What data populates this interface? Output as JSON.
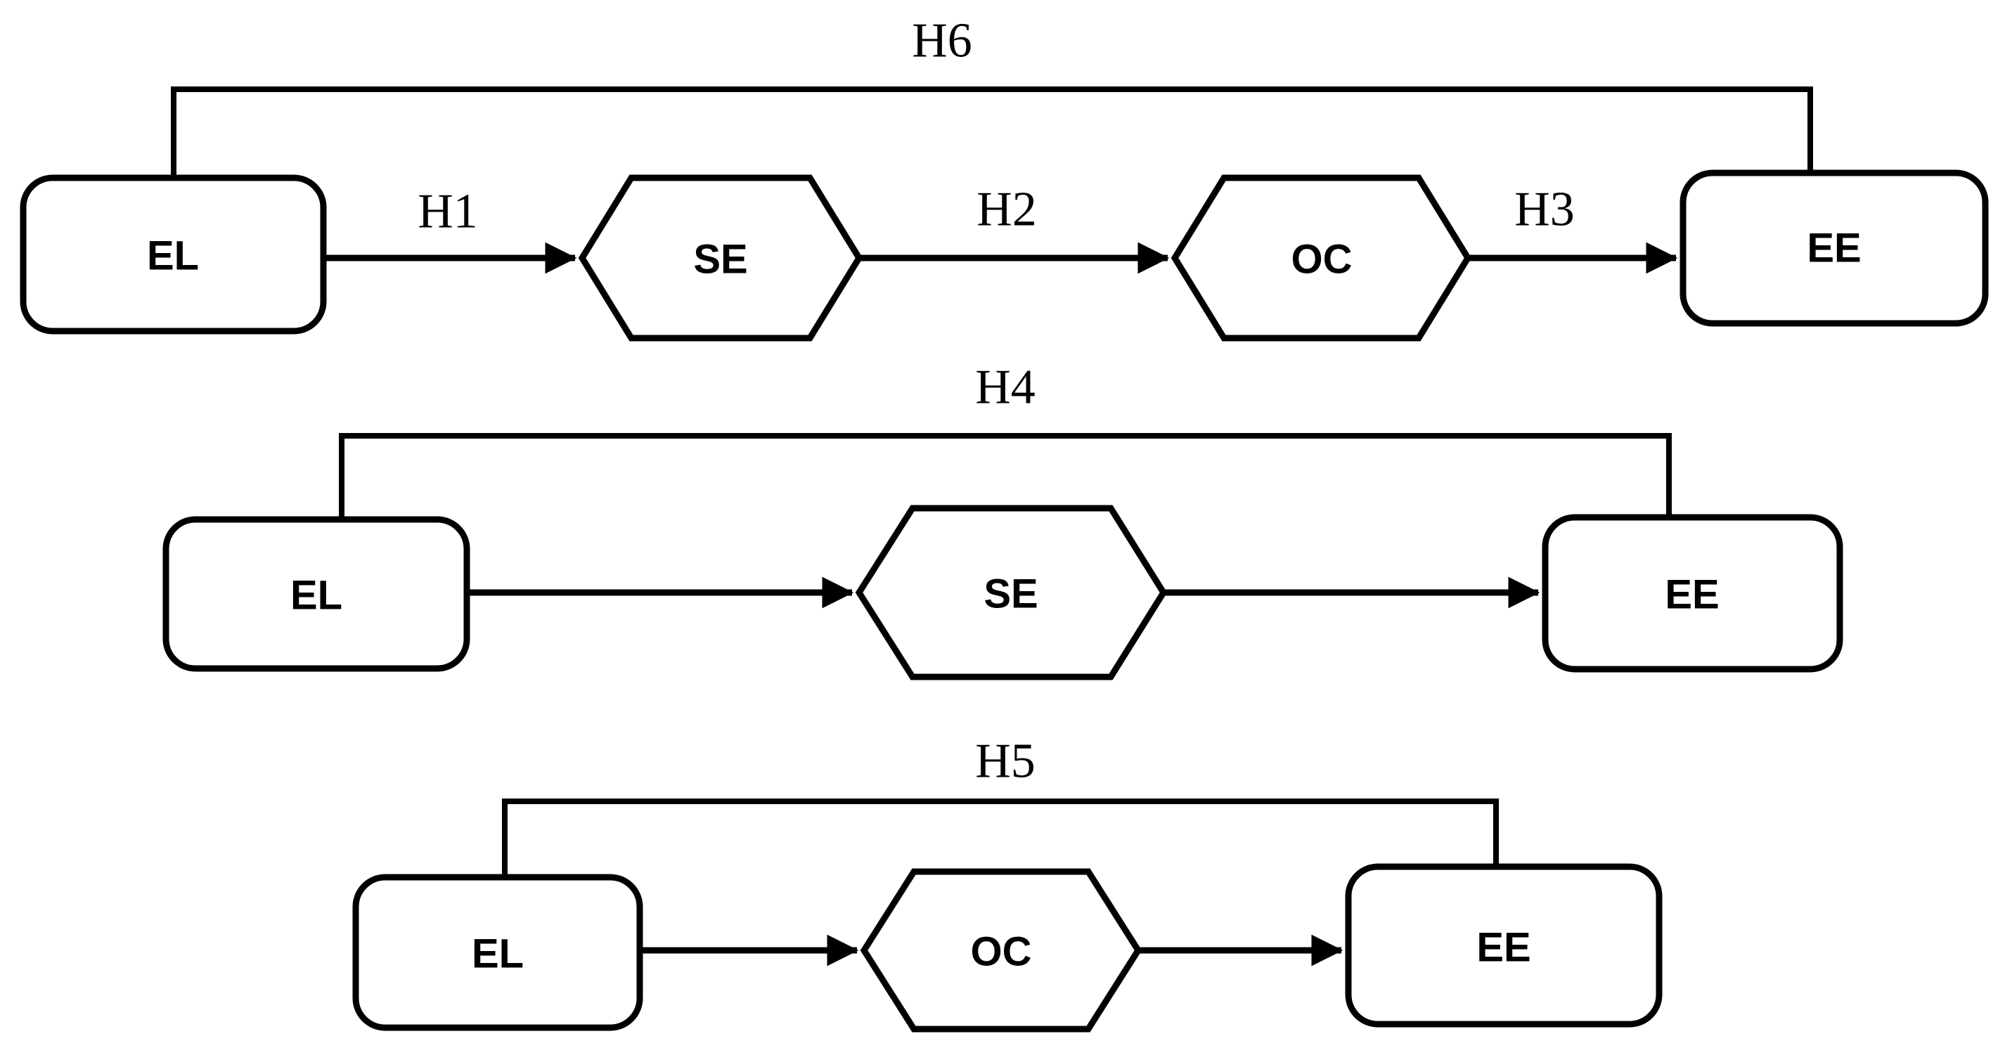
{
  "diagram": {
    "title": "hypotheses-path-model",
    "colors": {
      "background": "#ffffff",
      "stroke": "#000000",
      "text": "#000000"
    },
    "rows": [
      {
        "hypothesis_label": "H6",
        "nodes": [
          {
            "label": "EL",
            "shape": "rounded-rect"
          },
          {
            "label": "SE",
            "shape": "hexagon"
          },
          {
            "label": "OC",
            "shape": "hexagon"
          },
          {
            "label": "EE",
            "shape": "rounded-rect"
          }
        ],
        "edge_labels": [
          "H1",
          "H2",
          "H3"
        ]
      },
      {
        "hypothesis_label": "H4",
        "nodes": [
          {
            "label": "EL",
            "shape": "rounded-rect"
          },
          {
            "label": "SE",
            "shape": "hexagon"
          },
          {
            "label": "EE",
            "shape": "rounded-rect"
          }
        ],
        "edge_labels": []
      },
      {
        "hypothesis_label": "H5",
        "nodes": [
          {
            "label": "EL",
            "shape": "rounded-rect"
          },
          {
            "label": "OC",
            "shape": "hexagon"
          },
          {
            "label": "EE",
            "shape": "rounded-rect"
          }
        ],
        "edge_labels": []
      }
    ]
  }
}
